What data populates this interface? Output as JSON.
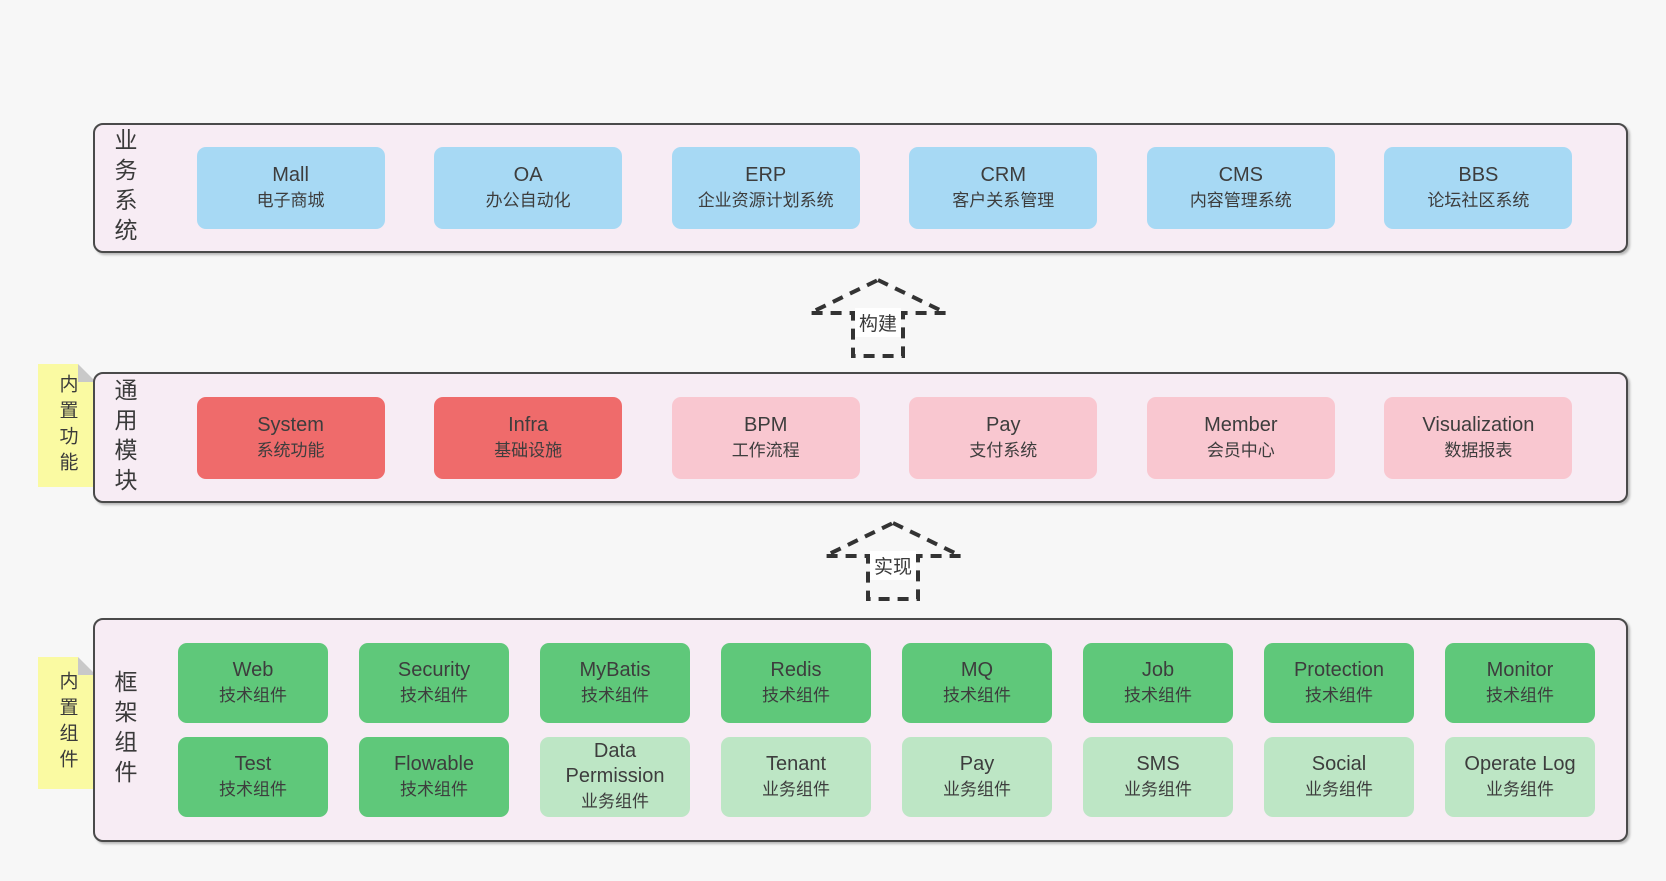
{
  "layers": {
    "business": {
      "label": "业务系统",
      "boxes": [
        {
          "name": "Mall",
          "desc": "电子商城"
        },
        {
          "name": "OA",
          "desc": "办公自动化"
        },
        {
          "name": "ERP",
          "desc": "企业资源计划系统"
        },
        {
          "name": "CRM",
          "desc": "客户关系管理"
        },
        {
          "name": "CMS",
          "desc": "内容管理系统"
        },
        {
          "name": "BBS",
          "desc": "论坛社区系统"
        }
      ]
    },
    "modules": {
      "label": "通用模块",
      "sticky": "内置功能",
      "boxes": [
        {
          "name": "System",
          "desc": "系统功能",
          "variant": "red"
        },
        {
          "name": "Infra",
          "desc": "基础设施",
          "variant": "red"
        },
        {
          "name": "BPM",
          "desc": "工作流程",
          "variant": "pink"
        },
        {
          "name": "Pay",
          "desc": "支付系统",
          "variant": "pink"
        },
        {
          "name": "Member",
          "desc": "会员中心",
          "variant": "pink"
        },
        {
          "name": "Visualization",
          "desc": "数据报表",
          "variant": "pink"
        }
      ]
    },
    "components": {
      "label": "框架组件",
      "sticky": "内置组件",
      "row1": [
        {
          "name": "Web",
          "desc": "技术组件",
          "variant": "green-dark"
        },
        {
          "name": "Security",
          "desc": "技术组件",
          "variant": "green-dark"
        },
        {
          "name": "MyBatis",
          "desc": "技术组件",
          "variant": "green-dark"
        },
        {
          "name": "Redis",
          "desc": "技术组件",
          "variant": "green-dark"
        },
        {
          "name": "MQ",
          "desc": "技术组件",
          "variant": "green-dark"
        },
        {
          "name": "Job",
          "desc": "技术组件",
          "variant": "green-dark"
        },
        {
          "name": "Protection",
          "desc": "技术组件",
          "variant": "green-dark"
        },
        {
          "name": "Monitor",
          "desc": "技术组件",
          "variant": "green-dark"
        }
      ],
      "row2": [
        {
          "name": "Test",
          "desc": "技术组件",
          "variant": "green-dark"
        },
        {
          "name": "Flowable",
          "desc": "技术组件",
          "variant": "green-dark"
        },
        {
          "name": "Data Permission",
          "desc": "业务组件",
          "variant": "green-light"
        },
        {
          "name": "Tenant",
          "desc": "业务组件",
          "variant": "green-light"
        },
        {
          "name": "Pay",
          "desc": "业务组件",
          "variant": "green-light"
        },
        {
          "name": "SMS",
          "desc": "业务组件",
          "variant": "green-light"
        },
        {
          "name": "Social",
          "desc": "业务组件",
          "variant": "green-light"
        },
        {
          "name": "Operate Log",
          "desc": "业务组件",
          "variant": "green-light"
        }
      ]
    }
  },
  "arrows": [
    {
      "label": "构建"
    },
    {
      "label": "实现"
    }
  ],
  "colors": {
    "page_bg": "#f7f7f7",
    "panel_bg": "#f7ecf4",
    "panel_border": "#4a4a4a",
    "blue_box": "#a7d9f4",
    "red_box": "#ef6b6b",
    "pink_box": "#f9c7d0",
    "green_dark_box": "#5fc87a",
    "green_light_box": "#bde6c5",
    "sticky_bg": "#fafaa2",
    "sticky_fold": "#c9c9c9",
    "arrow_stroke": "#333333",
    "text": "#3d3d3d"
  }
}
